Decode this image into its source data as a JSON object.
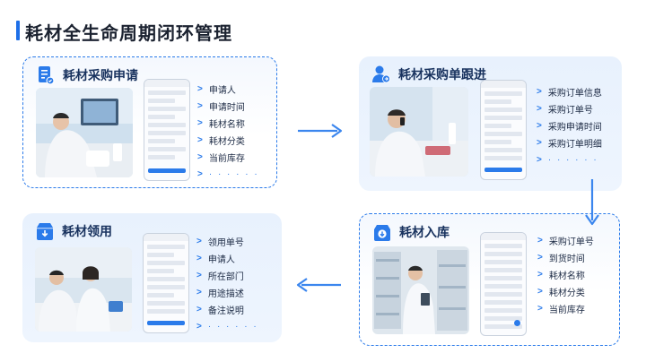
{
  "page_title": "耗材全生命周期闭环管理",
  "colors": {
    "accent": "#2b7bea",
    "title_bar": "#1e6fe8",
    "card_fill": "#e8f1fd",
    "text": "#1c2a44"
  },
  "cards": [
    {
      "id": "purchase-request",
      "title": "耗材采购申请",
      "icon": "document-edit-icon",
      "fields": [
        "申请人",
        "申请时间",
        "耗材名称",
        "耗材分类",
        "当前库存"
      ],
      "more": "· · · · · ·"
    },
    {
      "id": "purchase-tracking",
      "title": "耗材采购单跟进",
      "icon": "user-sync-icon",
      "fields": [
        "采购订单信息",
        "采购订单号",
        "采购申请时间",
        "采购订单明细"
      ],
      "more": "· · · · · ·"
    },
    {
      "id": "inbound",
      "title": "耗材入库",
      "icon": "inbox-download-icon",
      "fields": [
        "采购订单号",
        "到货时间",
        "耗材名称",
        "耗材分类",
        "当前库存"
      ],
      "more": ""
    },
    {
      "id": "requisition",
      "title": "耗材领用",
      "icon": "box-download-icon",
      "fields": [
        "领用单号",
        "申请人",
        "所在部门",
        "用途描述",
        "备注说明"
      ],
      "more": "· · · · · ·"
    }
  ]
}
